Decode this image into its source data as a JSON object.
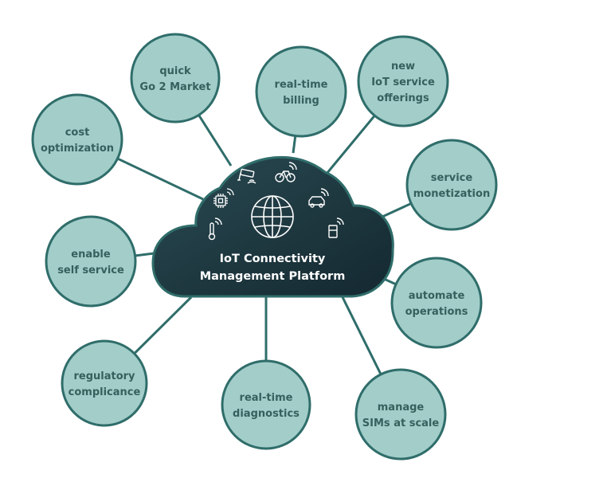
{
  "colors": {
    "node_fill": "#a2cdc9",
    "node_stroke": "#2f6d6a",
    "connector": "#2f6d6a",
    "node_text": "#35605d",
    "cloud_fill_dark": "#142830",
    "cloud_fill_light": "#2a4a52",
    "cloud_text": "#ffffff",
    "icon": "#ffffff"
  },
  "center": {
    "title_line1": "IoT Connectivity",
    "title_line2": "Management Platform",
    "icons": [
      "globe-icon",
      "cctv-camera-icon",
      "bicycle-icon",
      "car-icon",
      "fridge-icon",
      "chip-icon",
      "thermometer-icon"
    ]
  },
  "nodes": [
    {
      "id": "quick-go-2-market",
      "lines": [
        "quick",
        "Go 2 Market"
      ]
    },
    {
      "id": "real-time-billing",
      "lines": [
        "real-time",
        "billing"
      ]
    },
    {
      "id": "new-iot-service-offerings",
      "lines": [
        "new",
        "IoT service",
        "offerings"
      ]
    },
    {
      "id": "cost-optimization",
      "lines": [
        "cost",
        "optimization"
      ]
    },
    {
      "id": "service-monetization",
      "lines": [
        "service",
        "monetization"
      ]
    },
    {
      "id": "enable-self-service",
      "lines": [
        "enable",
        "self service"
      ]
    },
    {
      "id": "automate-operations",
      "lines": [
        "automate",
        "operations"
      ]
    },
    {
      "id": "regulatory-complicance",
      "lines": [
        "regulatory",
        "complicance"
      ]
    },
    {
      "id": "real-time-diagnostics",
      "lines": [
        "real-time",
        "diagnostics"
      ]
    },
    {
      "id": "manage-sims-at-scale",
      "lines": [
        "manage",
        "SIMs at scale"
      ]
    }
  ]
}
